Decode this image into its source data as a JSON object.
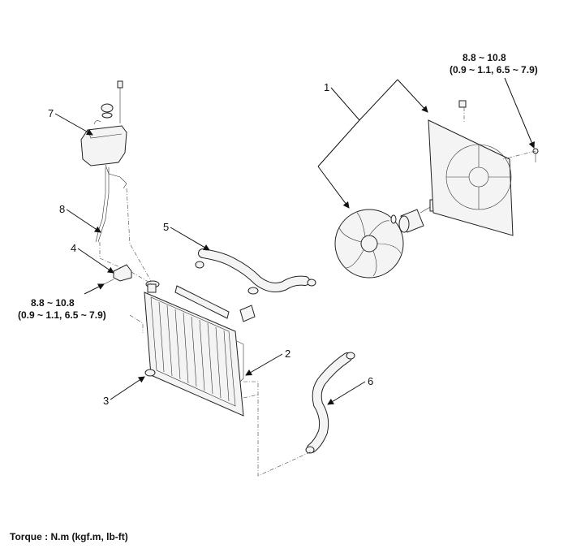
{
  "callouts": [
    {
      "id": "1",
      "label": "1"
    },
    {
      "id": "2",
      "label": "2"
    },
    {
      "id": "3",
      "label": "3"
    },
    {
      "id": "4",
      "label": "4"
    },
    {
      "id": "5",
      "label": "5"
    },
    {
      "id": "6",
      "label": "6"
    },
    {
      "id": "7",
      "label": "7"
    },
    {
      "id": "8",
      "label": "8"
    }
  ],
  "torque_specs": [
    {
      "nm": "8.8 ~ 10.8",
      "alt": "(0.9 ~ 1.1, 6.5 ~ 7.9)"
    },
    {
      "nm": "8.8 ~ 10.8",
      "alt": "(0.9 ~ 1.1, 6.5 ~ 7.9)"
    }
  ],
  "footer": {
    "torque_unit": "Torque : N.m (kgf.m, lb-ft)"
  }
}
